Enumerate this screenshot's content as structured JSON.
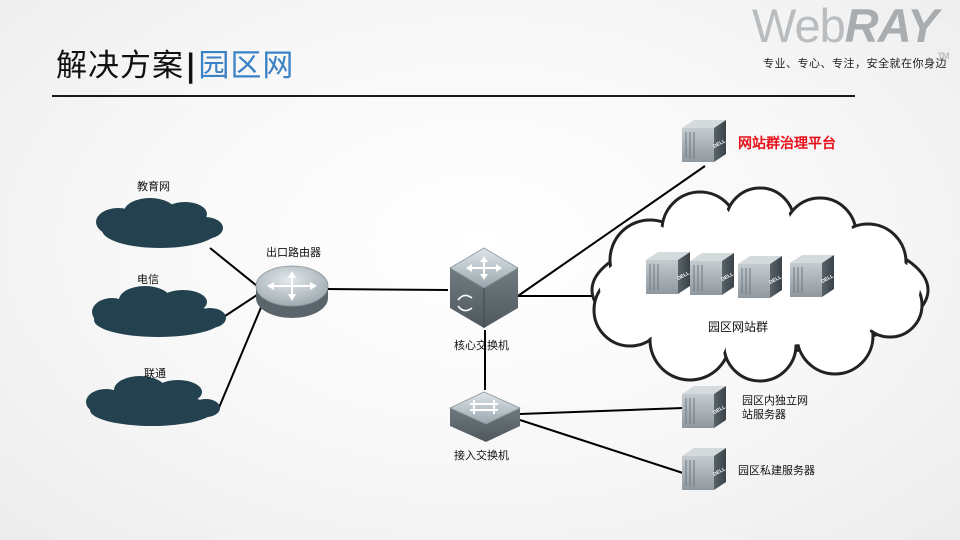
{
  "slide": {
    "title_main": "解决方案",
    "title_sep": "|",
    "title_accent": "园区网",
    "accent_color": "#3b82c6",
    "logo_light": "Web",
    "logo_bold": "RAY",
    "logo_tm": "TM",
    "tagline": "专业、专心、专注，安全就在你身边"
  },
  "diagram": {
    "isp_clouds": [
      {
        "label": "教育网",
        "icon": "cloud-icon"
      },
      {
        "label": "电信",
        "icon": "cloud-icon"
      },
      {
        "label": "联通",
        "icon": "cloud-icon"
      }
    ],
    "router": {
      "label": "出口路由器",
      "icon": "router-icon"
    },
    "core_switch": {
      "label": "核心交换机",
      "icon": "layer3-switch-icon"
    },
    "access_switch": {
      "label": "接入交换机",
      "icon": "switch-icon"
    },
    "platform": {
      "label": "网站群治理平台",
      "color": "#e8101a",
      "icon": "server-icon"
    },
    "cluster": {
      "label": "园区网站群",
      "icon": "server-cloud-icon"
    },
    "standalone_server": {
      "label": "园区内独立网\n站服务器",
      "icon": "server-icon"
    },
    "private_server": {
      "label": "园区私建服务器",
      "icon": "server-icon"
    },
    "server_badge": "DELL",
    "cloud_color": "#23414f"
  }
}
